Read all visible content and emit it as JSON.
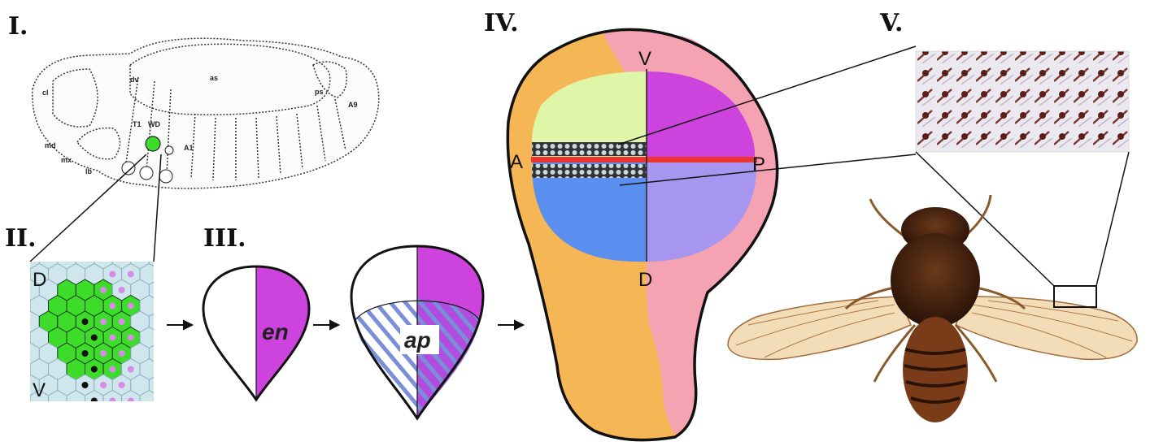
{
  "panels": {
    "p1": {
      "numeral": "I.",
      "labels": {
        "cl": "cl",
        "dv": "dv",
        "as": "as",
        "ps": "ps",
        "a9": "A9",
        "md": "md",
        "mx": "mx",
        "lb": "lb",
        "t1": "T1",
        "wd": "WD",
        "a1": "A1"
      }
    },
    "p2": {
      "numeral": "II.",
      "dorsal": "D",
      "ventral": "V"
    },
    "p3": {
      "numeral": "III.",
      "en": "en",
      "ap": "ap"
    },
    "p4": {
      "numeral": "IV.",
      "v": "V",
      "a": "A",
      "p": "P",
      "d": "D"
    },
    "p5": {
      "numeral": "V."
    }
  },
  "colors": {
    "orange": "#f5b655",
    "pink": "#f5a3b3",
    "light_green": "#dff5a8",
    "magenta": "#cc44dd",
    "blue": "#5a8ff0",
    "lavender": "#a796f0",
    "red": "#ee3333",
    "cell_green": "#3ddc2a",
    "cell_bg": "#cfe6ec",
    "hatch": "#7a8fd8"
  }
}
